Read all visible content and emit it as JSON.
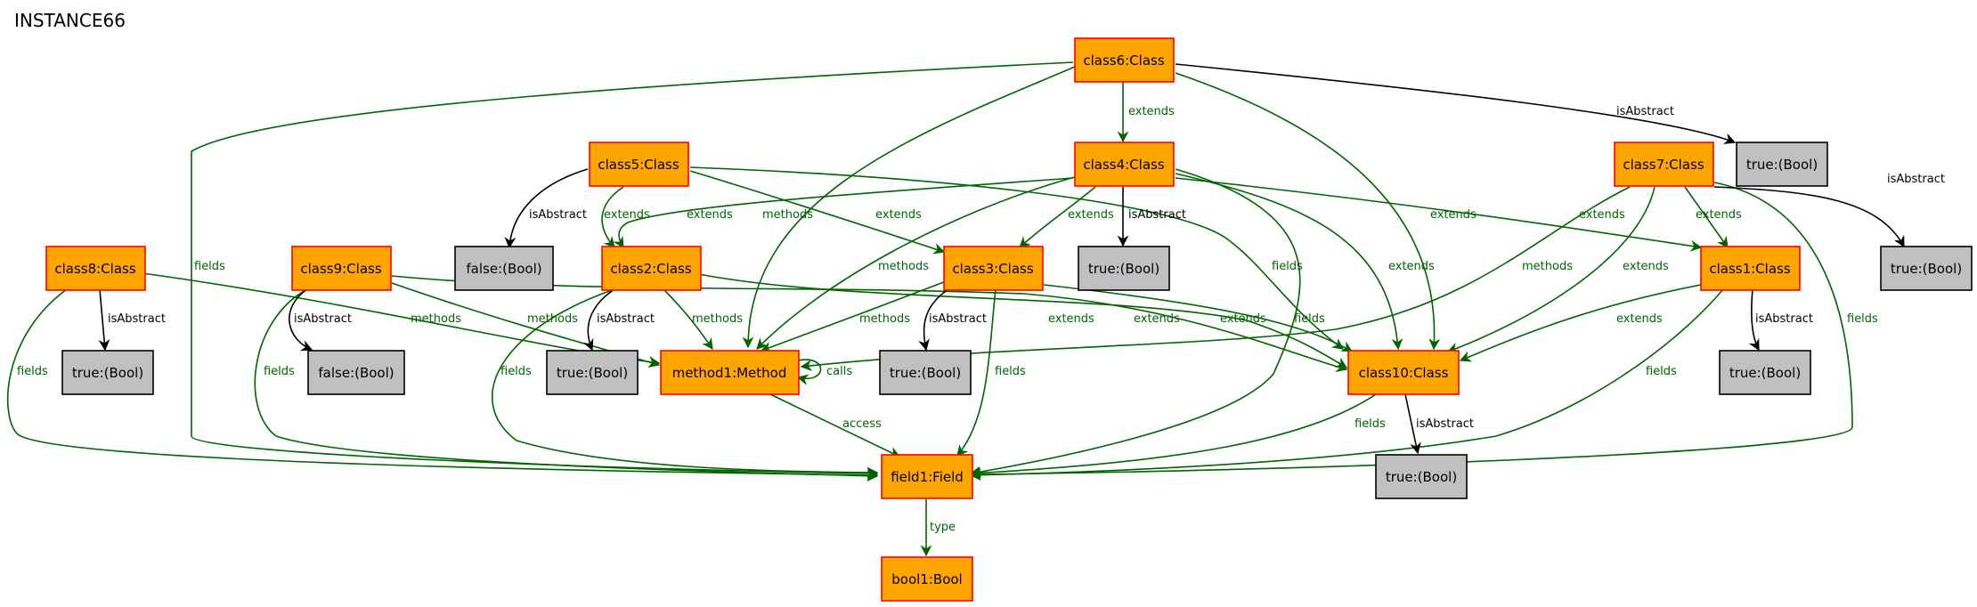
{
  "title": "INSTANCE66",
  "colors": {
    "object_fill": "#ffa500",
    "object_stroke": "#ff0000",
    "value_fill": "#c0c0c0",
    "value_stroke": "#000000",
    "reference_edge": "#006400",
    "attribute_edge": "#000000"
  },
  "nodes": {
    "class6": "class6:Class",
    "class5": "class5:Class",
    "class4": "class4:Class",
    "class7": "class7:Class",
    "class8": "class8:Class",
    "class9": "class9:Class",
    "class2": "class2:Class",
    "class3": "class3:Class",
    "class1": "class1:Class",
    "method1": "method1:Method",
    "class10": "class10:Class",
    "field1": "field1:Field",
    "bool1": "bool1:Bool",
    "v_c6": "true:(Bool)",
    "v_c5": "false:(Bool)",
    "v_c4": "true:(Bool)",
    "v_c7": "true:(Bool)",
    "v_c8": "true:(Bool)",
    "v_c9": "false:(Bool)",
    "v_c2": "true:(Bool)",
    "v_c3": "true:(Bool)",
    "v_c1": "true:(Bool)",
    "v_c10": "true:(Bool)"
  },
  "edge_labels": {
    "c6_fields": "fields",
    "c6_methods": "methods",
    "c6_extends_c4": "extends",
    "c6_extends_c10": "extends",
    "c6_isAbstract": "isAbstract",
    "c5_isAbstract": "isAbstract",
    "c5_extends_c2": "extends",
    "c5_extends_c3": "extends",
    "c5_fields": "fields",
    "c4_extends_c2": "extends",
    "c4_methods": "methods",
    "c4_extends_c3": "extends",
    "c4_isAbstract": "isAbstract",
    "c4_fields": "fields",
    "c4_extends_c10": "extends",
    "c4_extends_c1": "extends",
    "c7_methods": "methods",
    "c7_extends_c10": "extends",
    "c7_extends_c1": "extends",
    "c7_fields": "fields",
    "c7_isAbstract": "isAbstract",
    "c8_fields": "fields",
    "c8_isAbstract": "isAbstract",
    "c8_methods": "methods",
    "c9_fields": "fields",
    "c9_isAbstract": "isAbstract",
    "c9_methods": "methods",
    "c9_extends_c10": "extends",
    "c2_fields": "fields",
    "c2_isAbstract": "isAbstract",
    "c2_methods": "methods",
    "c2_extends_c10": "extends",
    "c3_methods": "methods",
    "c3_isAbstract": "isAbstract",
    "c3_fields": "fields",
    "c3_extends_c10": "extends",
    "c1_extends_c10": "extends",
    "c1_isAbstract": "isAbstract",
    "c1_fields": "fields",
    "m1_calls": "calls",
    "m1_access": "access",
    "c10_fields": "fields",
    "c10_isAbstract": "isAbstract",
    "f1_type": "type"
  }
}
